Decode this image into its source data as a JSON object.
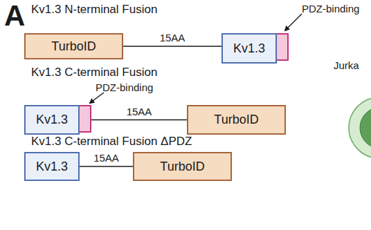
{
  "diagram": {
    "nodes": [
      {
        "text": [
          "TurboID"
        ]
      },
      {
        "text": [
          "Kv1.3"
        ]
      },
      {
        "text": [
          "Kv1.3"
        ]
      },
      {
        "text": [
          "TurboID"
        ]
      },
      {
        "text": [
          "Kv1.3"
        ]
      },
      {
        "text": [
          "TurboID"
        ]
      }
    ],
    "edges": [
      {
        "from": 0,
        "to": 1,
        "arrow": "none",
        "label": "15AA"
      },
      {
        "from": 2,
        "to": 3,
        "arrow": "none",
        "label": "15AA"
      },
      {
        "from": 4,
        "to": 5,
        "arrow": "none",
        "label": "15AA"
      }
    ],
    "labels": [
      "A",
      "Kv1.3 N-terminal Fusion",
      "PDZ-binding",
      "Jurka",
      "Kv1.3 C-terminal Fusion",
      "PDZ-binding",
      "Kv1.3 C-terminal Fusion ΔPDZ"
    ]
  }
}
